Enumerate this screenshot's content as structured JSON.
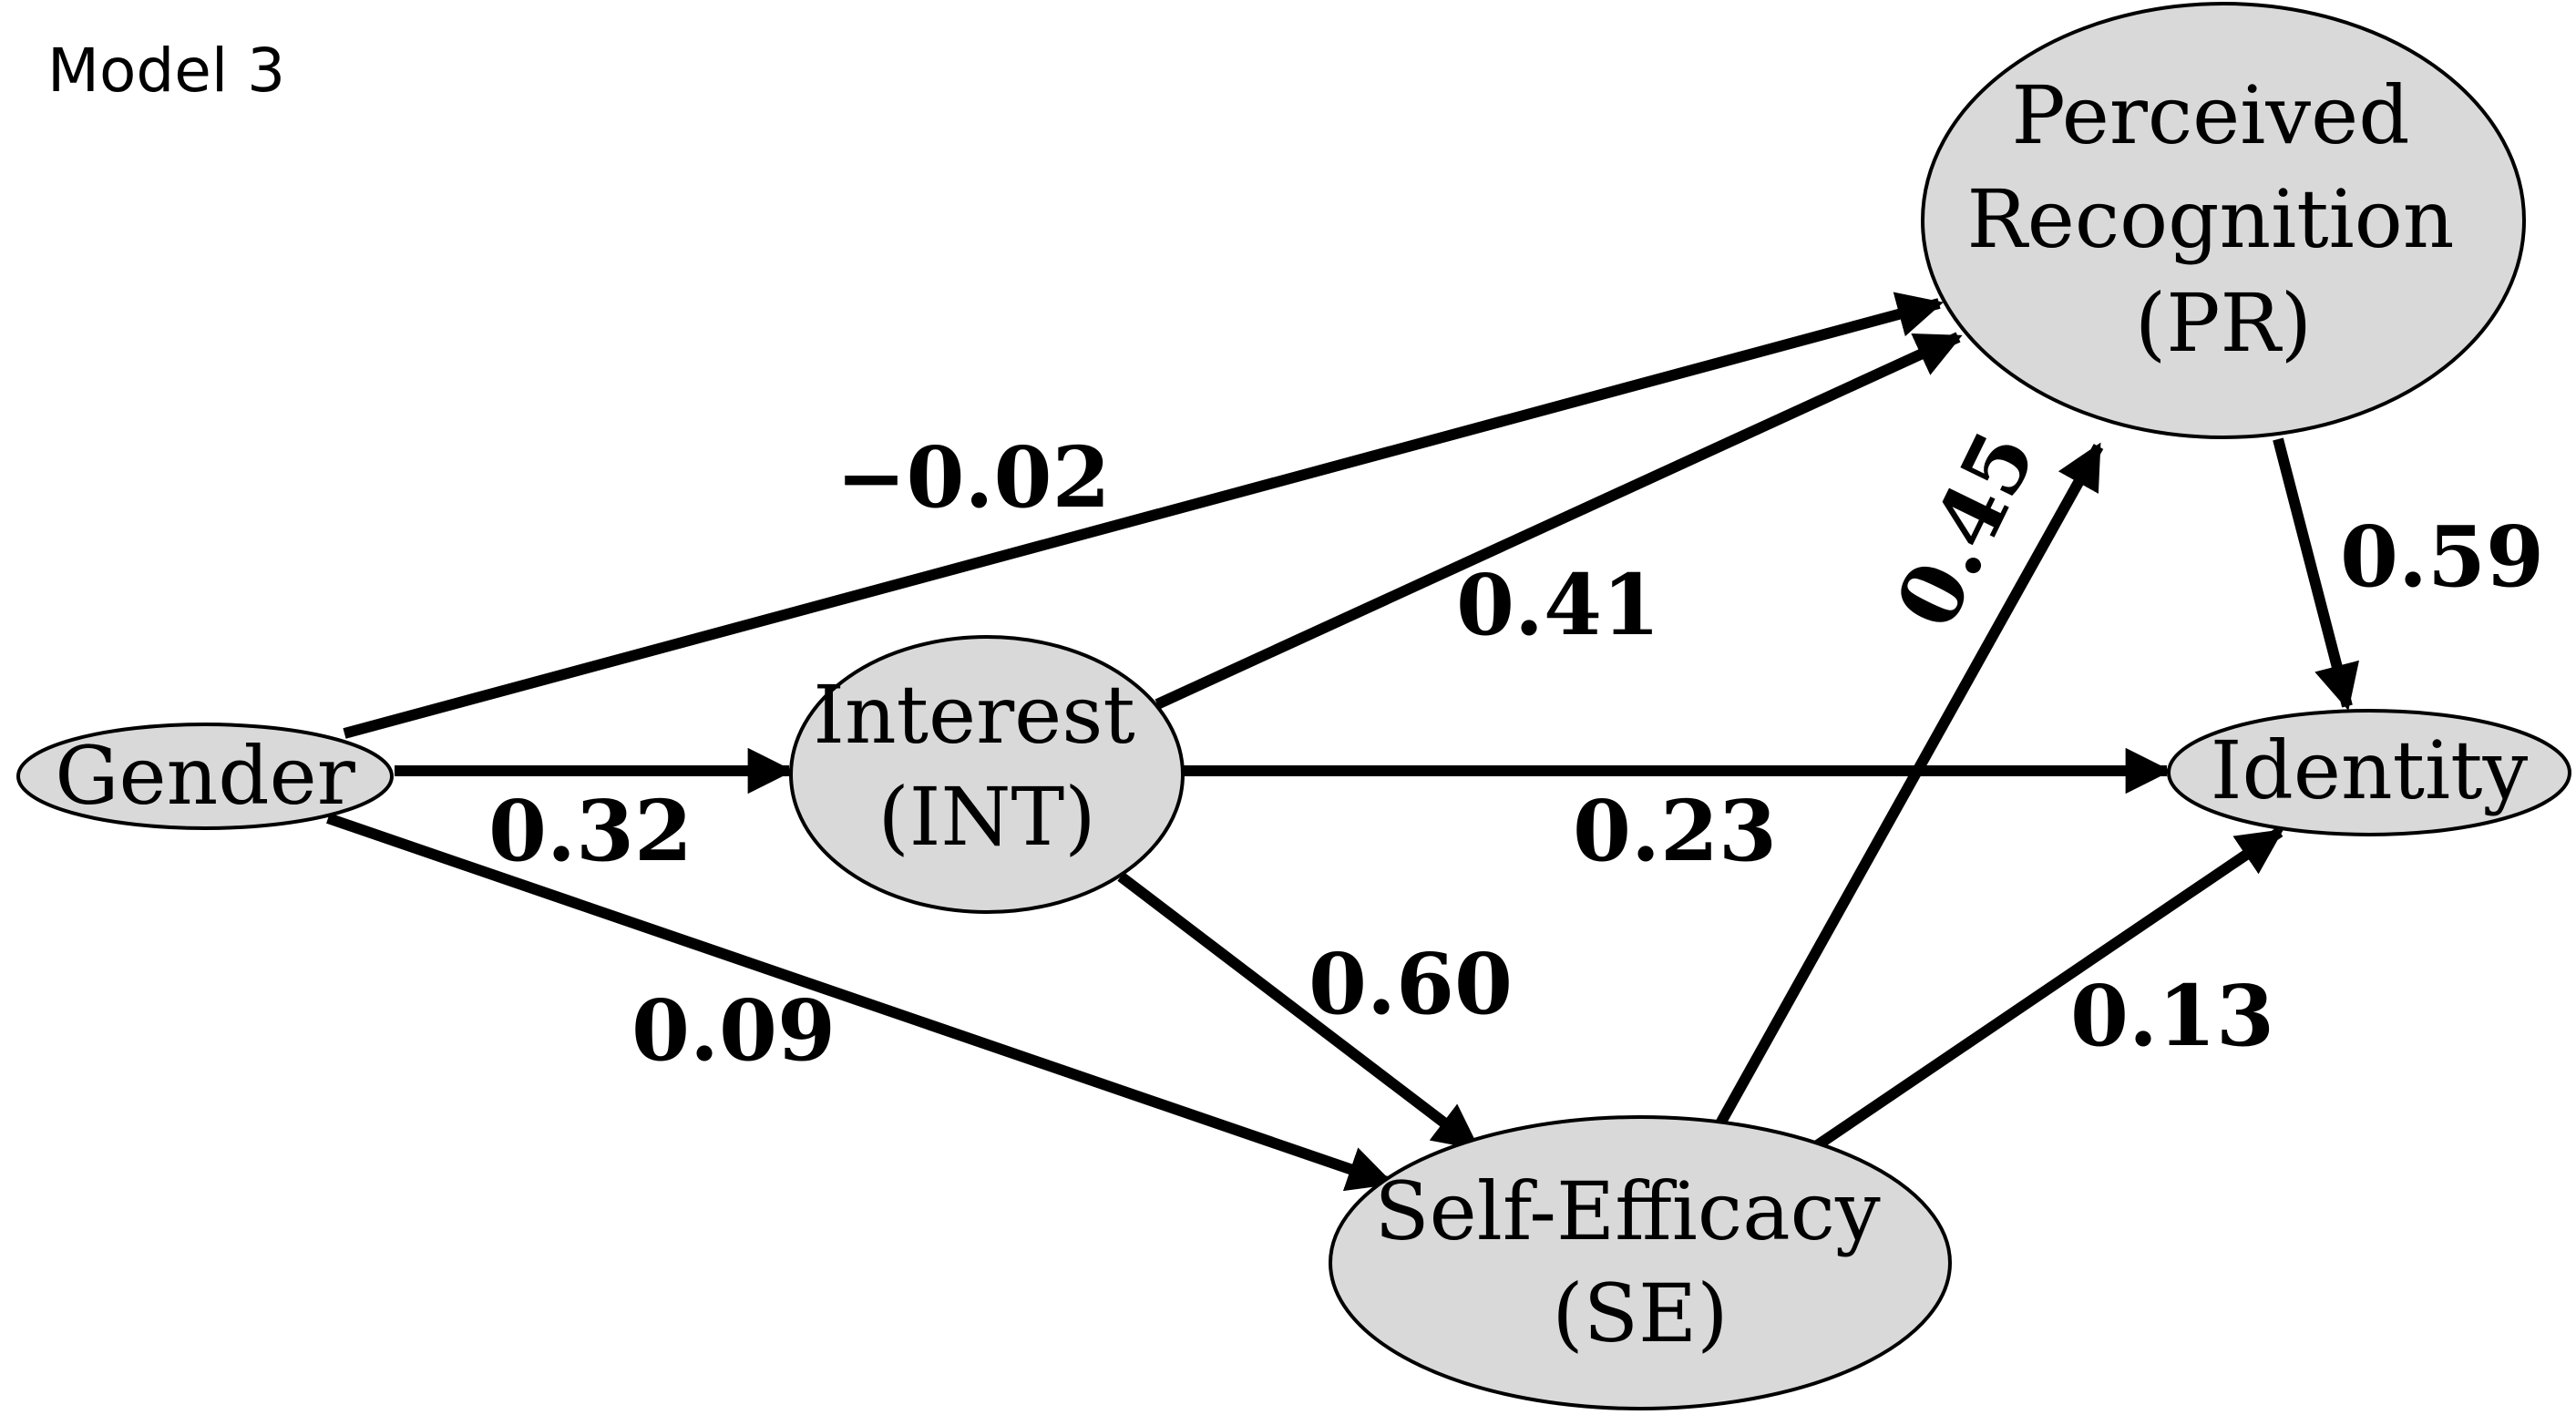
{
  "title": "Model 3",
  "colors": {
    "node_fill": "#d9d9d9",
    "stroke": "#000000",
    "background": "#ffffff"
  },
  "nodes": [
    {
      "id": "gender",
      "lines": [
        "Gender"
      ]
    },
    {
      "id": "int",
      "lines": [
        "Interest",
        "(INT)"
      ]
    },
    {
      "id": "pr",
      "lines": [
        "Perceived",
        "Recognition",
        "(PR)"
      ]
    },
    {
      "id": "identity",
      "lines": [
        "Identity"
      ]
    },
    {
      "id": "se",
      "lines": [
        "Self-Efficacy",
        "(SE)"
      ]
    }
  ],
  "edges": [
    {
      "from": "gender",
      "to": "pr",
      "label": "−0.02"
    },
    {
      "from": "int",
      "to": "pr",
      "label": "0.41"
    },
    {
      "from": "gender",
      "to": "int",
      "label": "0.32"
    },
    {
      "from": "int",
      "to": "identity",
      "label": "0.23"
    },
    {
      "from": "gender",
      "to": "se",
      "label": "0.09"
    },
    {
      "from": "int",
      "to": "se",
      "label": "0.60"
    },
    {
      "from": "se",
      "to": "pr",
      "label": "0.45"
    },
    {
      "from": "pr",
      "to": "identity",
      "label": "0.59"
    },
    {
      "from": "se",
      "to": "identity",
      "label": "0.13"
    }
  ]
}
